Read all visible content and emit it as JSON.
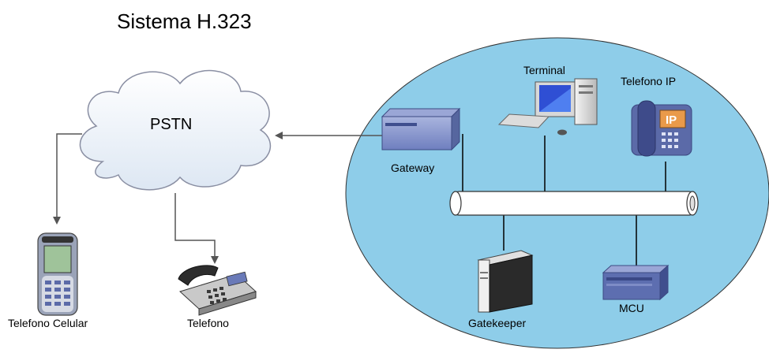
{
  "title": "Sistema H.323",
  "cloud": {
    "label": "PSTN"
  },
  "devices": {
    "gateway": "Gateway",
    "terminal": "Terminal",
    "ip_phone": "Telefono IP",
    "ip_badge": "IP",
    "gatekeeper": "Gatekeeper",
    "mcu": "MCU",
    "cell_phone": "Telefono Celular",
    "phone": "Telefono"
  },
  "colors": {
    "lan_fill": "#8ECDE9",
    "cloud_fill": "#EAF1FA",
    "device_blue": "#4A5A9A",
    "line": "#555555"
  }
}
